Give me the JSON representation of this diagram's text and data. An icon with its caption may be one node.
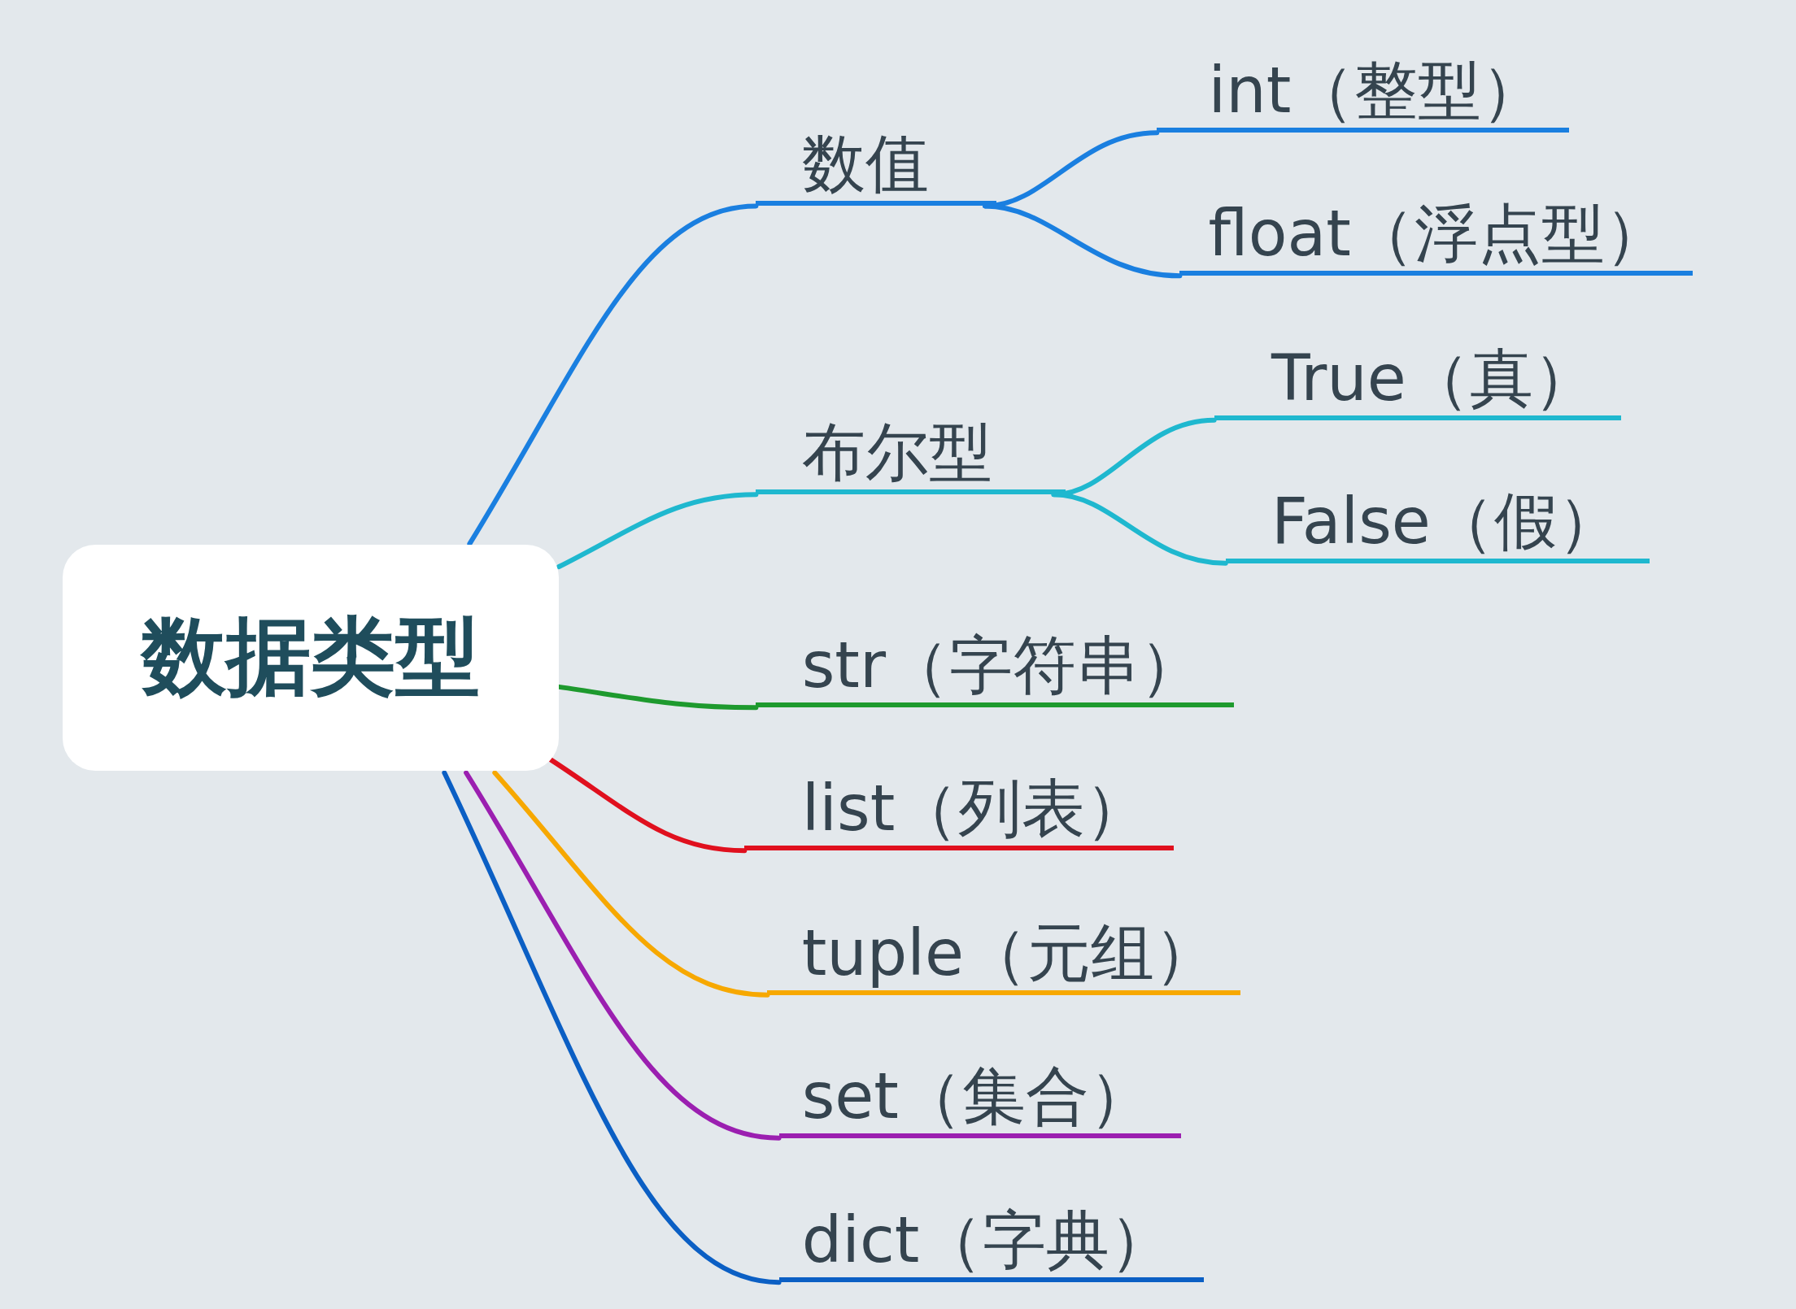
{
  "diagram": {
    "nodes": [
      {
        "text": [
          "数据类型"
        ]
      },
      {
        "text": [
          "数值"
        ]
      },
      {
        "text": [
          "int（整型）"
        ]
      },
      {
        "text": [
          "float（浮点型）"
        ]
      },
      {
        "text": [
          "布尔型"
        ]
      },
      {
        "text": [
          "True（真）"
        ]
      },
      {
        "text": [
          "False（假）"
        ]
      },
      {
        "text": [
          "str（字符串）"
        ]
      },
      {
        "text": [
          "list（列表）"
        ]
      },
      {
        "text": [
          "tuple（元组）"
        ]
      },
      {
        "text": [
          "set（集合）"
        ]
      },
      {
        "text": [
          "dict（字典）"
        ]
      }
    ],
    "edges": [
      {
        "from": 0,
        "to": 1,
        "arrow": "none",
        "color": "#1a7fe0"
      },
      {
        "from": 1,
        "to": 2,
        "arrow": "none",
        "color": "#1a7fe0"
      },
      {
        "from": 1,
        "to": 3,
        "arrow": "none",
        "color": "#1a7fe0"
      },
      {
        "from": 0,
        "to": 4,
        "arrow": "none",
        "color": "#1fb8cf"
      },
      {
        "from": 4,
        "to": 5,
        "arrow": "none",
        "color": "#1fb8cf"
      },
      {
        "from": 4,
        "to": 6,
        "arrow": "none",
        "color": "#1fb8cf"
      },
      {
        "from": 0,
        "to": 7,
        "arrow": "none",
        "color": "#1e9a2e"
      },
      {
        "from": 0,
        "to": 8,
        "arrow": "none",
        "color": "#e0101e"
      },
      {
        "from": 0,
        "to": 9,
        "arrow": "none",
        "color": "#f7a800"
      },
      {
        "from": 0,
        "to": 10,
        "arrow": "none",
        "color": "#9b1fb0"
      },
      {
        "from": 0,
        "to": 11,
        "arrow": "none",
        "color": "#0b5fc4"
      }
    ]
  }
}
